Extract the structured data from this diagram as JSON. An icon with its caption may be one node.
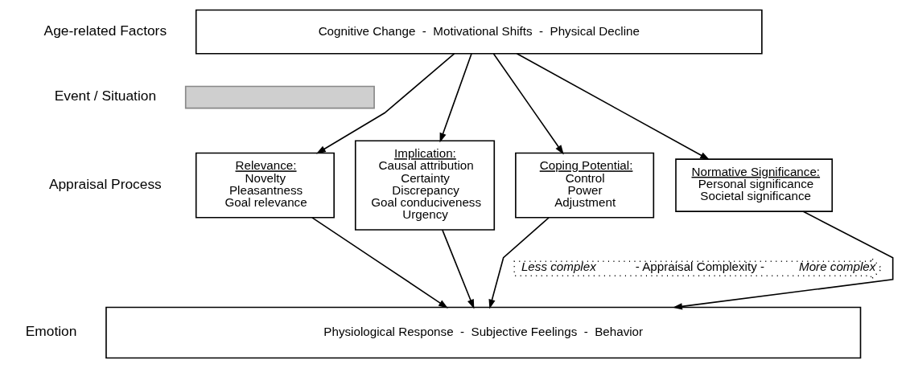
{
  "diagram": {
    "nodes": [
      {
        "text": [
          "Cognitive Change  -  Motivational Shifts  -  Physical Decline"
        ]
      },
      {
        "text": [],
        "shape": "bar"
      },
      {
        "text": [
          "Relevance:",
          "Novelty",
          "Pleasantness",
          "Goal relevance"
        ]
      },
      {
        "text": [
          "Implication:",
          "Causal attribution",
          "Certainty",
          "Discrepancy",
          "Goal conduciveness",
          "Urgency"
        ]
      },
      {
        "text": [
          "Coping Potential:",
          "Control",
          "Power",
          "Adjustment"
        ]
      },
      {
        "text": [
          "Normative Significance:",
          "Personal significance",
          "Societal significance"
        ]
      },
      {
        "text": [
          "Less complex",
          "- Appraisal Complexity -",
          "More complex"
        ]
      },
      {
        "text": [
          "Physiological Response  -  Subjective Feelings  -  Behavior"
        ]
      }
    ],
    "edges": [
      {
        "from": 0,
        "to": 2,
        "arrow": "to"
      },
      {
        "from": 0,
        "to": 3,
        "arrow": "to"
      },
      {
        "from": 0,
        "to": 4,
        "arrow": "to"
      },
      {
        "from": 0,
        "to": 5,
        "arrow": "to"
      },
      {
        "from": 2,
        "to": 7,
        "arrow": "to"
      },
      {
        "from": 3,
        "to": 7,
        "arrow": "to"
      },
      {
        "from": 4,
        "to": 7,
        "arrow": "to"
      },
      {
        "from": 5,
        "to": 7,
        "arrow": "to"
      }
    ],
    "labels": [
      "Age-related Factors",
      "Event / Situation",
      "Appraisal Process",
      "Emotion"
    ]
  }
}
